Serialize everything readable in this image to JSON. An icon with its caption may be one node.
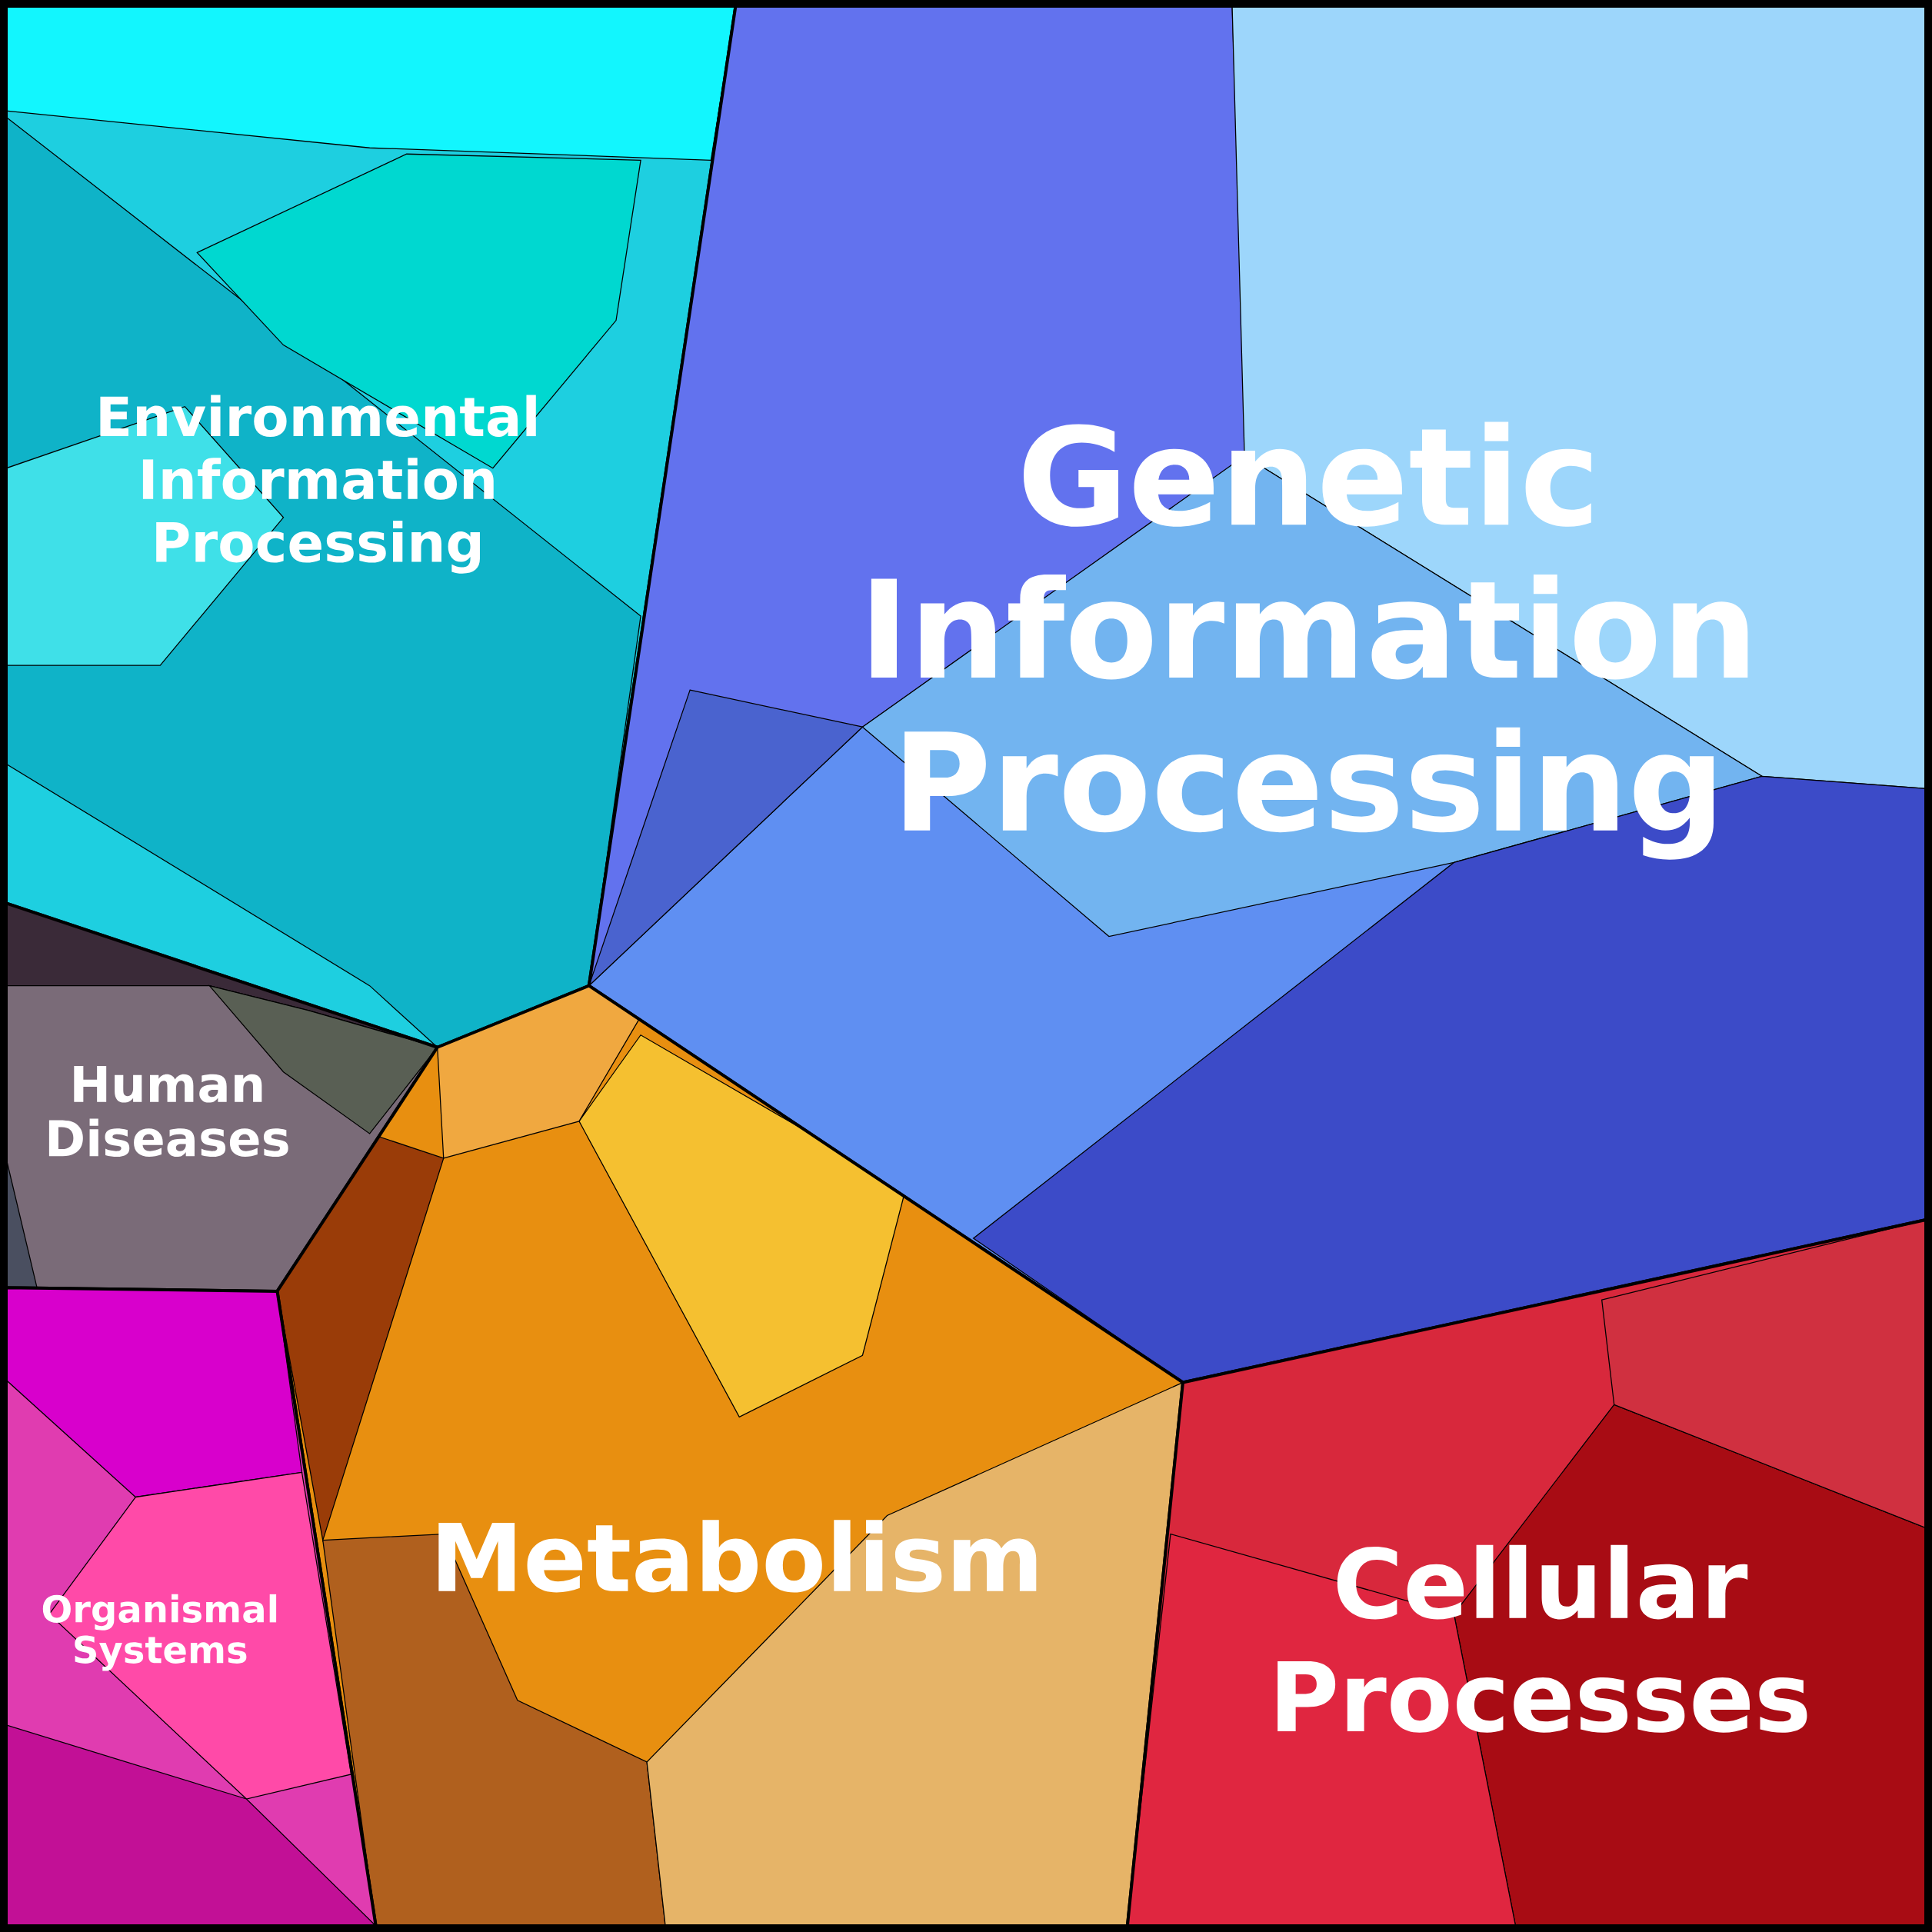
{
  "diagram": {
    "nodes": [
      {
        "text": [
          "Environmental Information Processing"
        ]
      },
      {
        "text": [
          "Genetic Information Processing"
        ]
      },
      {
        "text": [
          "Human Diseases"
        ]
      },
      {
        "text": [
          "Metabolism"
        ]
      },
      {
        "text": [
          "Organismal Systems"
        ]
      },
      {
        "text": [
          "Cellular Processes"
        ]
      }
    ]
  }
}
